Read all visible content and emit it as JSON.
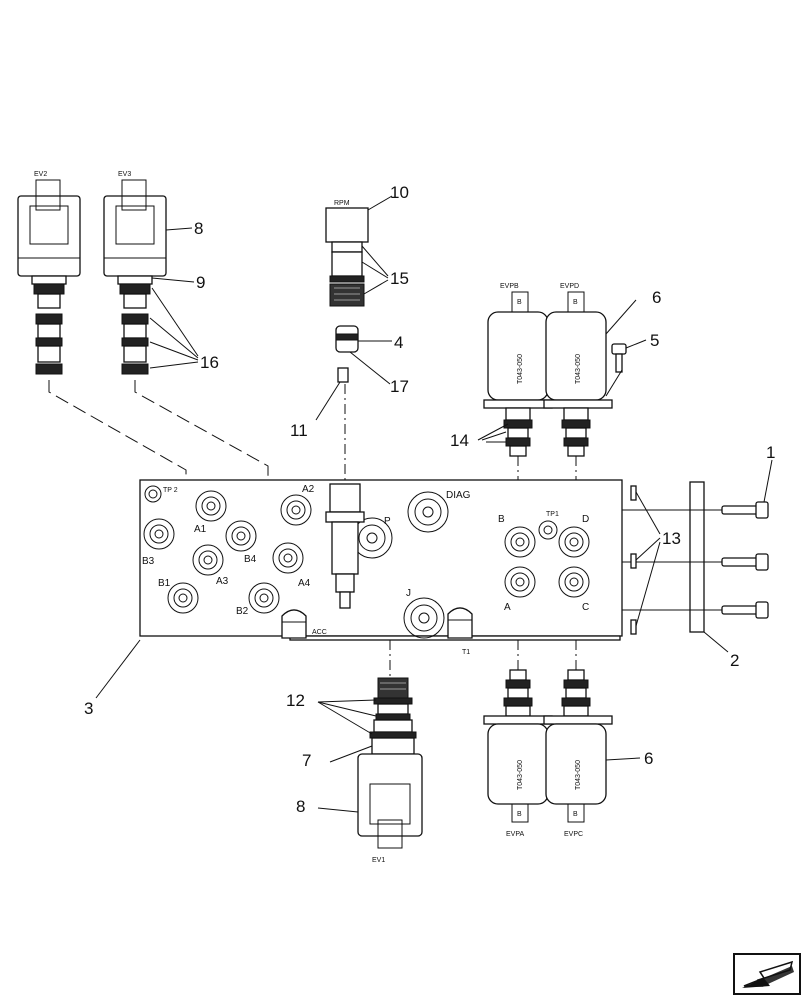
{
  "solenoid_labels": {
    "ev2": "EV2",
    "ev3": "EV3",
    "ev1": "EV1",
    "evpb": "EVPB",
    "evpd": "EVPD",
    "evpa": "EVPA",
    "evpc": "EVPC",
    "rpm": "RPM",
    "coil_code": "T043-050",
    "coil_mark": "B"
  },
  "port_labels": {
    "tp2": "TP 2",
    "tp1": "TP1",
    "a1": "A1",
    "a2": "A2",
    "a3": "A3",
    "a4": "A4",
    "b1": "B1",
    "b2": "B2",
    "b3": "B3",
    "b4": "B4",
    "p": "P",
    "diag": "DIAG",
    "j": "J",
    "acc": "ACC",
    "t1": "T1",
    "a": "A",
    "b": "B",
    "c": "C",
    "d": "D"
  },
  "callouts": {
    "c1": "1",
    "c2": "2",
    "c3": "3",
    "c4": "4",
    "c5": "5",
    "c6_top": "6",
    "c6_bottom": "6",
    "c7": "7",
    "c8_top": "8",
    "c8_bottom": "8",
    "c9": "9",
    "c10": "10",
    "c11": "11",
    "c12": "12",
    "c13": "13",
    "c14": "14",
    "c15": "15",
    "c16": "16",
    "c17": "17"
  },
  "nav_icon": "arrow-left-down-icon"
}
